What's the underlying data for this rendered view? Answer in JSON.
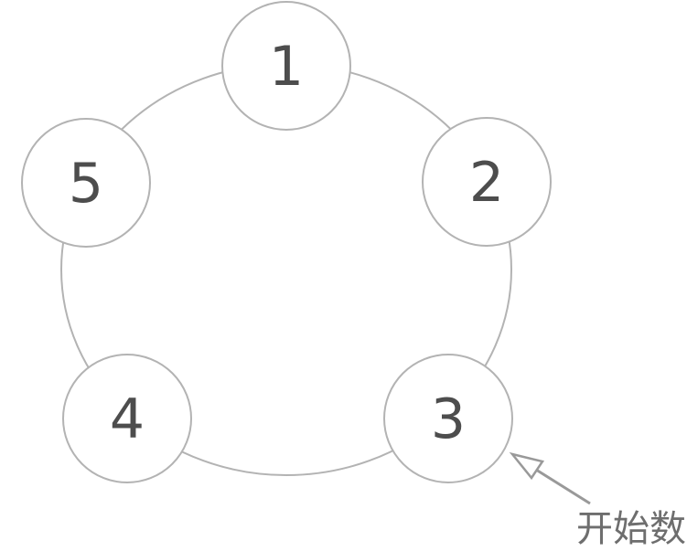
{
  "diagram": {
    "type": "circular-node-diagram",
    "background_color": "#ffffff",
    "ring": {
      "stroke_color": "#b3b3b3"
    },
    "nodes": [
      {
        "label": "1"
      },
      {
        "label": "2"
      },
      {
        "label": "3"
      },
      {
        "label": "4"
      },
      {
        "label": "5"
      }
    ],
    "node_style": {
      "fill_color": "#ffffff",
      "stroke_color": "#b3b3b3",
      "label_color": "#4d4d4d"
    },
    "annotation": {
      "label": "开始数",
      "points_to_node_label": "3",
      "arrow_color": "#999999",
      "text_color": "#6e6e6e"
    }
  }
}
